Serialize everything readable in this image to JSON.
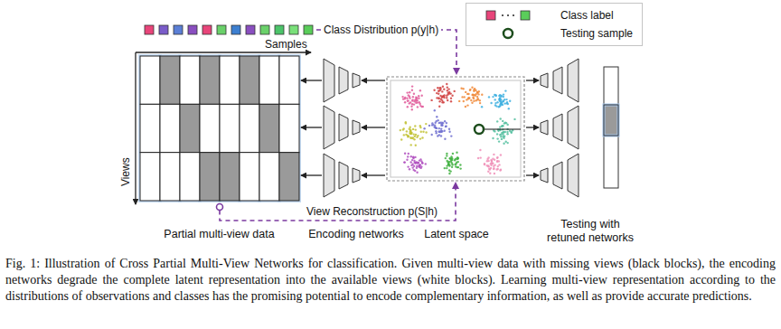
{
  "diagram": {
    "caption": "Fig. 1: Illustration of Cross Partial Multi-View Networks for classification. Given multi-view data with missing views (black blocks), the encoding networks degrade the complete latent representation into the available views (white blocks). Learning multi-view representation according to the distributions of observations and classes has the promising potential to encode complementary information, as well as provide accurate predictions.",
    "nodes": [
      {
        "text": [
          "Partial multi-view data"
        ]
      },
      {
        "text": [
          "Encoding networks"
        ]
      },
      {
        "text": [
          "Latent space"
        ]
      },
      {
        "text": [
          "Testing with retuned networks"
        ]
      }
    ],
    "edges": [
      {
        "from": 1,
        "to": 0,
        "arrow": "to"
      },
      {
        "from": 2,
        "to": 1,
        "arrow": "to"
      },
      {
        "from": 2,
        "to": 3,
        "arrow": "to"
      },
      {
        "from": 0,
        "to": 2,
        "arrow": "to",
        "label": "View Reconstruction p(S|h)"
      }
    ],
    "labels": [
      "Samples",
      "Views",
      "Class Distribution p(y|h)"
    ],
    "legend": [
      {
        "text": "Class label"
      },
      {
        "text": "Testing sample"
      }
    ]
  }
}
